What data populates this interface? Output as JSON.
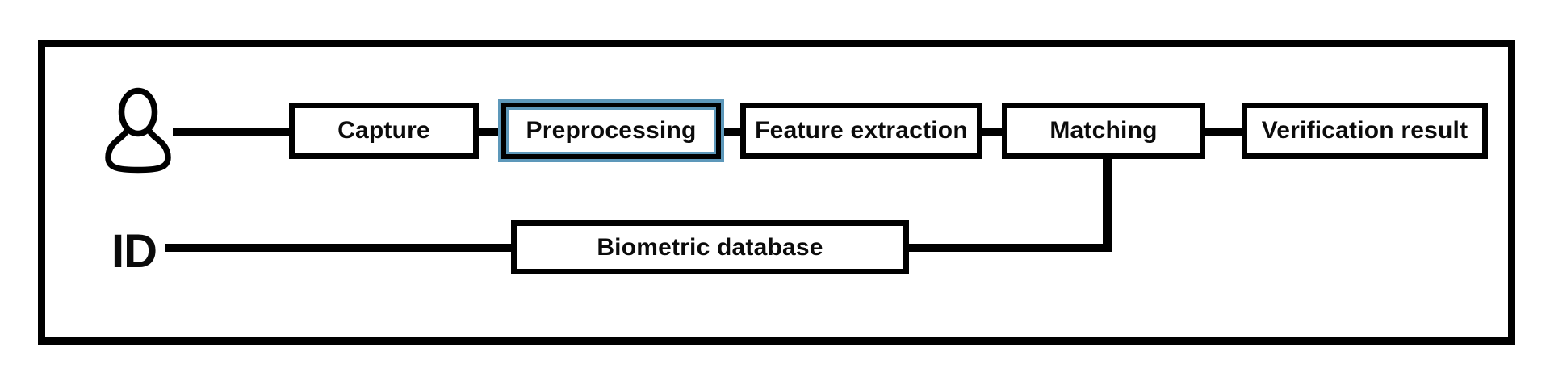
{
  "diagram": {
    "type": "flowchart",
    "frame_color": "#000000",
    "background": "#ffffff",
    "pipeline": [
      {
        "label": "Capture",
        "highlighted": false
      },
      {
        "label": "Preprocessing",
        "highlighted": true
      },
      {
        "label": "Feature extraction",
        "highlighted": false
      },
      {
        "label": "Matching",
        "highlighted": false
      },
      {
        "label": "Verification result",
        "highlighted": false
      }
    ],
    "database": {
      "label": "Biometric database"
    },
    "id_source": {
      "label": "ID"
    },
    "source_icon": "person-icon",
    "edges": [
      {
        "from": "person",
        "to": "Capture"
      },
      {
        "from": "Capture",
        "to": "Preprocessing"
      },
      {
        "from": "Preprocessing",
        "to": "Feature extraction"
      },
      {
        "from": "Feature extraction",
        "to": "Matching"
      },
      {
        "from": "Matching",
        "to": "Verification result"
      },
      {
        "from": "ID",
        "to": "Biometric database"
      },
      {
        "from": "Biometric database",
        "to": "Matching"
      }
    ],
    "colors": {
      "line": "#000000",
      "node_fill": "#ffffff",
      "node_border": "#000000",
      "highlight_outline": "#5d98ba",
      "text": "#0b0b0b"
    }
  }
}
